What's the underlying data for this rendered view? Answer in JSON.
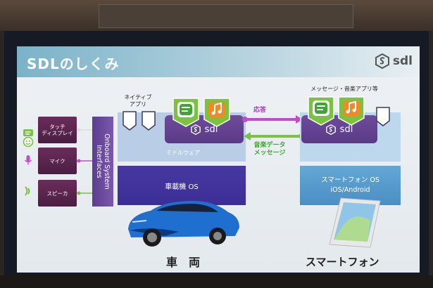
{
  "slide": {
    "title": "SDLのしくみ",
    "logo_text": "sdl"
  },
  "labels": {
    "native_apps": "ネイティブ\nアプリ",
    "messaging_music_apps": "メッセージ・音楽アプリ等",
    "middleware": "ミドルウェア",
    "onboard_interfaces": "Onboard System\nInterfaces",
    "vehicle_os": "車載機 OS",
    "phone_os_line1": "スマートフォン OS",
    "phone_os_line2": "iOS/Android",
    "sdl_box_text": "sdl",
    "response_arrow": "応答",
    "music_data_arrow": "音楽データ\nメッセージ",
    "vehicle": "車　両",
    "smartphone": "スマートフォン"
  },
  "devices": [
    {
      "label": "タッチ\nディスプレイ",
      "icon": "touch-display-icon"
    },
    {
      "label": "マイク",
      "icon": "microphone-icon"
    },
    {
      "label": "スピーカ",
      "icon": "speaker-icon"
    }
  ],
  "colors": {
    "purple_dark": "#5a3a86",
    "green_accent": "#7cc242",
    "magenta_arrow": "#c04ccc",
    "vehicle_os": "#3b2e94",
    "phone_os": "#4a8ec4"
  }
}
